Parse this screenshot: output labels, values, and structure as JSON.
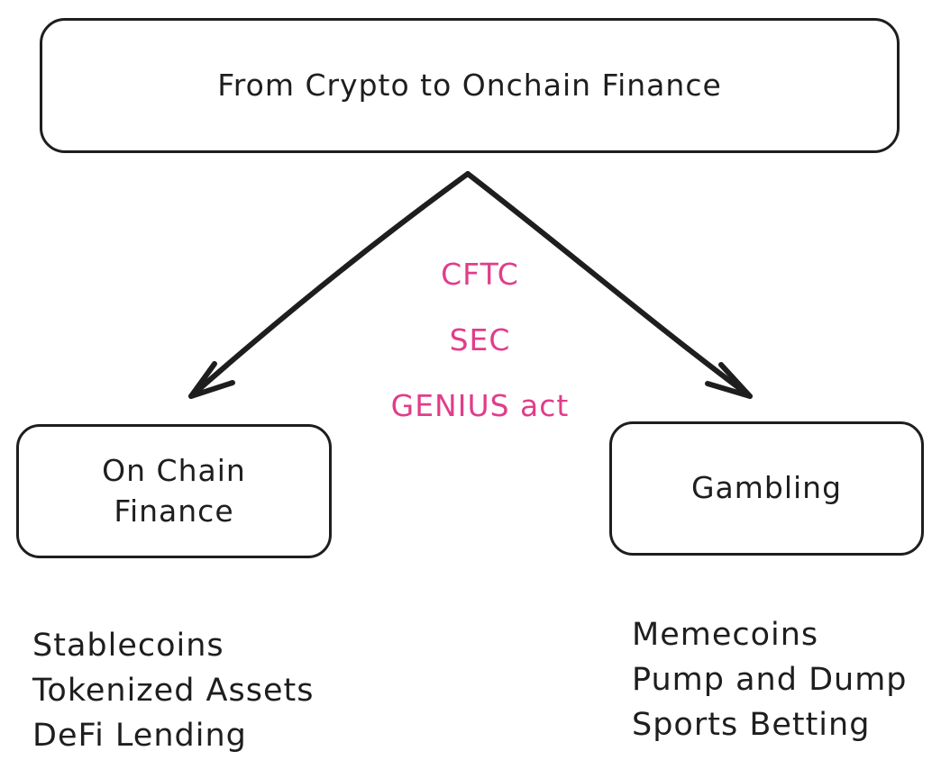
{
  "root": {
    "label": "From Crypto to Onchain Finance"
  },
  "branches": {
    "left": {
      "label": "On Chain Finance",
      "items": [
        "Stablecoins",
        "Tokenized Assets",
        "DeFi Lending"
      ]
    },
    "right": {
      "label": "Gambling",
      "items": [
        "Memecoins",
        "Pump and Dump",
        "Sports Betting"
      ]
    }
  },
  "regulators": [
    "CFTC",
    "SEC",
    "GENIUS act"
  ],
  "colors": {
    "stroke": "#1e1e1e",
    "regulator_text": "#e03d8a",
    "background": "#ffffff"
  }
}
